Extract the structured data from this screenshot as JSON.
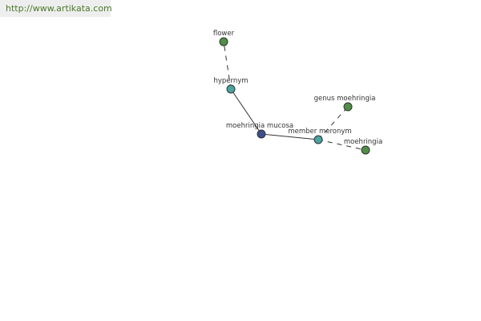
{
  "source": {
    "url": "http://www.artikata.com"
  },
  "colors": {
    "center": "#3b4f8e",
    "relation": "#4aa3a0",
    "leaf": "#4f8f46"
  },
  "graph": {
    "nodes": {
      "moehringia_mucosa": {
        "label": "moehringia mucosa",
        "kind": "center"
      },
      "hypernym": {
        "label": "hypernym",
        "kind": "relation"
      },
      "member_meronym": {
        "label": "member meronym",
        "kind": "relation"
      },
      "flower": {
        "label": "flower",
        "kind": "leaf"
      },
      "genus_moehringia": {
        "label": "genus moehringia",
        "kind": "leaf"
      },
      "moehringia": {
        "label": "moehringia",
        "kind": "leaf"
      }
    },
    "edges": [
      {
        "from": "moehringia_mucosa",
        "to": "hypernym",
        "style": "solid"
      },
      {
        "from": "moehringia_mucosa",
        "to": "member_meronym",
        "style": "solid"
      },
      {
        "from": "hypernym",
        "to": "flower",
        "style": "dashed"
      },
      {
        "from": "member_meronym",
        "to": "genus_moehringia",
        "style": "dashed"
      },
      {
        "from": "member_meronym",
        "to": "moehringia",
        "style": "dashed"
      }
    ]
  }
}
